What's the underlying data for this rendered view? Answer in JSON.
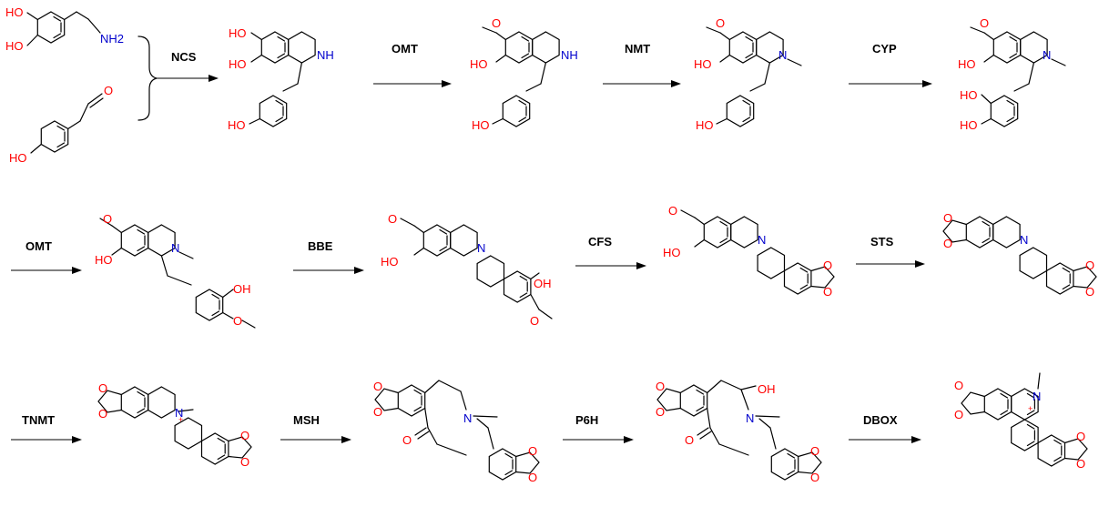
{
  "atom_labels": {
    "oh": "OH",
    "ho": "HO",
    "nh2": "NH2",
    "nh": "NH",
    "n": "N",
    "o": "O",
    "plus": "+"
  },
  "colors": {
    "oxygen": "#ff0000",
    "nitrogen": "#0000cc",
    "bond": "#000000"
  },
  "steps": [
    {
      "id": "ncs",
      "label": "NCS"
    },
    {
      "id": "omt1",
      "label": "OMT"
    },
    {
      "id": "nmt",
      "label": "NMT"
    },
    {
      "id": "cyp",
      "label": "CYP"
    },
    {
      "id": "omt2",
      "label": "OMT"
    },
    {
      "id": "bbe",
      "label": "BBE"
    },
    {
      "id": "cfs",
      "label": "CFS"
    },
    {
      "id": "sts",
      "label": "STS"
    },
    {
      "id": "tnmt",
      "label": "TNMT"
    },
    {
      "id": "msh",
      "label": "MSH"
    },
    {
      "id": "p6h",
      "label": "P6H"
    },
    {
      "id": "dbox",
      "label": "DBOX"
    }
  ]
}
